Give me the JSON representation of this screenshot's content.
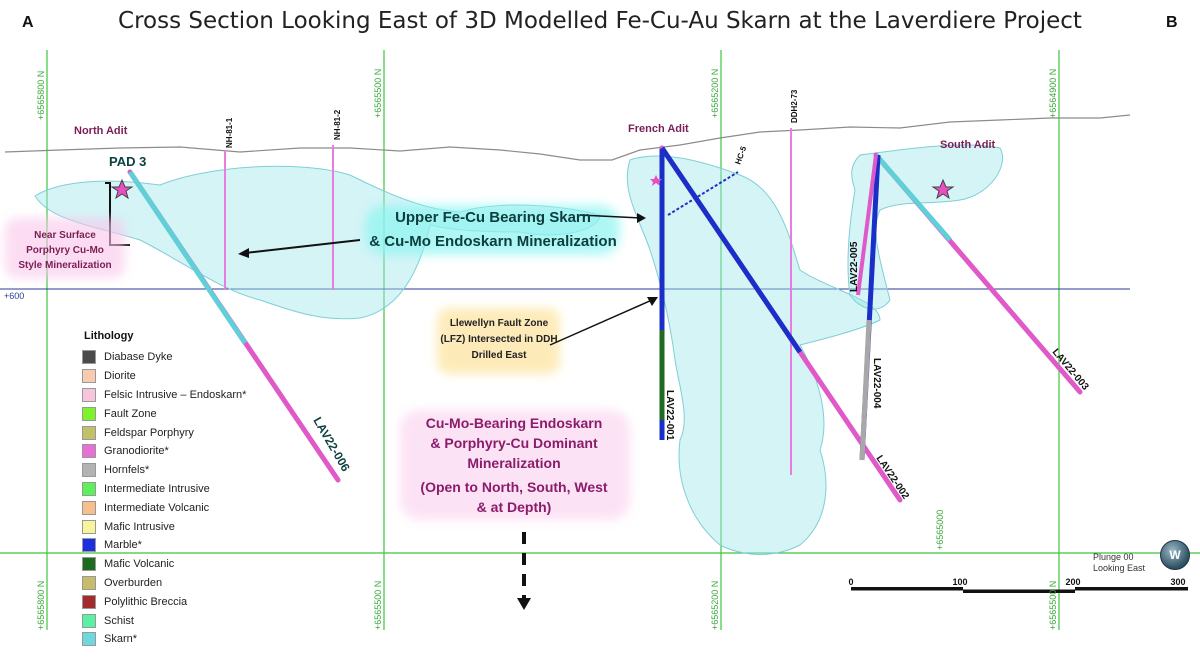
{
  "title": "Cross Section Looking East of 3D Modelled Fe-Cu-Au Skarn at the Laverdiere Project",
  "corner_left": "A",
  "corner_right": "B",
  "grid": {
    "top_labels": [
      "+6565800 N",
      "+6565500 N",
      "+6565200 N",
      "+6564900 N"
    ],
    "bottom_labels": [
      "+6565800 N",
      "+6565500 N",
      "+6565200 N",
      "+6565500 N"
    ],
    "elevation_label": "+600",
    "extra_label": "+6565000"
  },
  "adits": {
    "north": "North Adit",
    "french": "French Adit",
    "south": "South Adit"
  },
  "pad": "PAD 3",
  "holes": {
    "nh81_1": "NH-81-1",
    "nh81_2": "NH-81-2",
    "hc5": "HC-5",
    "ddh273": "DDH2-73",
    "lav001": "LAV22-001",
    "lav002": "LAV22-002",
    "lav003": "LAV22-003",
    "lav004": "LAV22-004",
    "lav005": "LAV22-005",
    "lav006": "LAV22-006"
  },
  "annotations": {
    "near_surface": [
      "Near Surface",
      "Porphyry Cu-Mo",
      "Style Mineralization"
    ],
    "upper_skarn": [
      "Upper Fe-Cu Bearing Skarn",
      "& Cu-Mo Endoskarn Mineralization"
    ],
    "llewellyn": [
      "Llewellyn Fault Zone",
      "(LFZ) Intersected in DDH",
      "Drilled East"
    ],
    "endoskarn": [
      "Cu-Mo-Bearing Endoskarn",
      "& Porphyry-Cu Dominant",
      "Mineralization",
      "(Open to North, South, West",
      "& at Depth)"
    ]
  },
  "legend": {
    "title": "Lithology",
    "items": [
      {
        "label": "Diabase Dyke",
        "color": "#4a4a4a"
      },
      {
        "label": "Diorite",
        "color": "#f6cbb0"
      },
      {
        "label": "Felsic Intrusive – Endoskarn*",
        "color": "#f7c6dc"
      },
      {
        "label": "Fault Zone",
        "color": "#7cf32a"
      },
      {
        "label": "Feldspar Porphyry",
        "color": "#c3c06a"
      },
      {
        "label": "Granodiorite*",
        "color": "#e86fd6"
      },
      {
        "label": "Hornfels*",
        "color": "#b3b3b3"
      },
      {
        "label": "Intermediate Intrusive",
        "color": "#5ef05a"
      },
      {
        "label": "Intermediate Volcanic",
        "color": "#f6c08e"
      },
      {
        "label": "Mafic Intrusive",
        "color": "#f7f59c"
      },
      {
        "label": "Marble*",
        "color": "#1c2ee0"
      },
      {
        "label": "Mafic Volcanic",
        "color": "#1d6b1f"
      },
      {
        "label": "Overburden",
        "color": "#c8bc6c"
      },
      {
        "label": "Polylithic Breccia",
        "color": "#a42b2b"
      },
      {
        "label": "Schist",
        "color": "#5cf0a3"
      },
      {
        "label": "Skarn*",
        "color": "#6fd7de"
      }
    ]
  },
  "scale": {
    "labels": [
      "0",
      "100",
      "200",
      "300"
    ]
  },
  "plunge": [
    "Plunge 00",
    "Looking East"
  ],
  "compass": "W"
}
